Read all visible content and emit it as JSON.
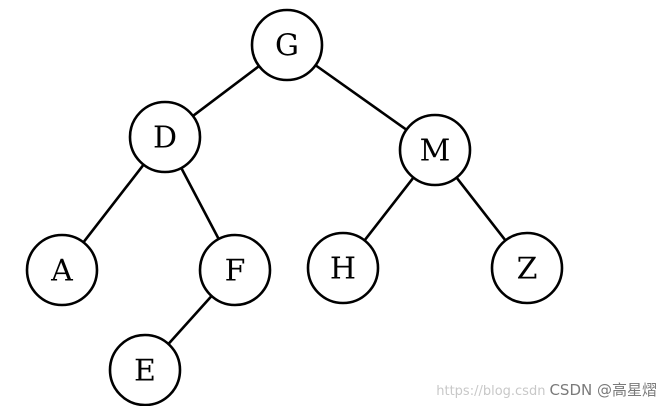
{
  "tree": {
    "nodes": [
      {
        "id": "G",
        "label": "G"
      },
      {
        "id": "D",
        "label": "D"
      },
      {
        "id": "M",
        "label": "M"
      },
      {
        "id": "A",
        "label": "A"
      },
      {
        "id": "F",
        "label": "F"
      },
      {
        "id": "H",
        "label": "H"
      },
      {
        "id": "Z",
        "label": "Z"
      },
      {
        "id": "E",
        "label": "E"
      }
    ],
    "edges": [
      {
        "from": "G",
        "to": "D"
      },
      {
        "from": "G",
        "to": "M"
      },
      {
        "from": "D",
        "to": "A"
      },
      {
        "from": "D",
        "to": "F"
      },
      {
        "from": "F",
        "to": "E"
      },
      {
        "from": "M",
        "to": "H"
      },
      {
        "from": "M",
        "to": "Z"
      }
    ]
  },
  "watermark": {
    "url_text": "https://blog.csdn",
    "owner_text": "CSDN @高星熠"
  }
}
